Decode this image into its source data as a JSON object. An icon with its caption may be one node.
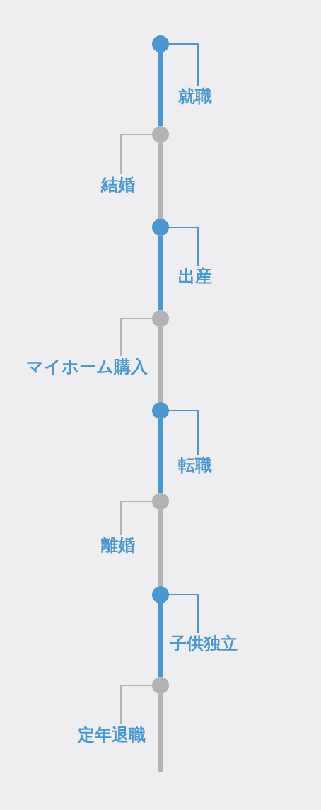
{
  "diagram": {
    "nodes": [
      {
        "text": [],
        "shape": "circle"
      },
      {
        "text": [
          "就職"
        ]
      },
      {
        "text": [],
        "shape": "circle"
      },
      {
        "text": [
          "結婚"
        ]
      },
      {
        "text": [],
        "shape": "circle"
      },
      {
        "text": [
          "出産"
        ]
      },
      {
        "text": [],
        "shape": "circle"
      },
      {
        "text": [
          "マイホーム購入"
        ]
      },
      {
        "text": [],
        "shape": "circle"
      },
      {
        "text": [
          "転職"
        ]
      },
      {
        "text": [],
        "shape": "circle"
      },
      {
        "text": [
          "離婚"
        ]
      },
      {
        "text": [],
        "shape": "circle"
      },
      {
        "text": [
          "子供独立"
        ]
      },
      {
        "text": [],
        "shape": "circle"
      },
      {
        "text": [
          "定年退職"
        ]
      }
    ],
    "edges": [
      {
        "from": 1,
        "to": 0,
        "arrow": "none"
      },
      {
        "from": 0,
        "to": 2,
        "arrow": "none",
        "style": "thick"
      },
      {
        "from": 3,
        "to": 2,
        "arrow": "none",
        "color": "#b3b3b5"
      },
      {
        "from": 2,
        "to": 4,
        "arrow": "none",
        "style": "thick",
        "color": "#b3b3b5"
      },
      {
        "from": 5,
        "to": 4,
        "arrow": "none"
      },
      {
        "from": 4,
        "to": 6,
        "arrow": "none",
        "style": "thick"
      },
      {
        "from": 7,
        "to": 6,
        "arrow": "none",
        "color": "#b3b3b5"
      },
      {
        "from": 6,
        "to": 8,
        "arrow": "none",
        "style": "thick",
        "color": "#b3b3b5"
      },
      {
        "from": 9,
        "to": 8,
        "arrow": "none"
      },
      {
        "from": 8,
        "to": 10,
        "arrow": "none",
        "style": "thick"
      },
      {
        "from": 11,
        "to": 10,
        "arrow": "none",
        "color": "#b3b3b5"
      },
      {
        "from": 10,
        "to": 12,
        "arrow": "none",
        "style": "thick",
        "color": "#b3b3b5"
      },
      {
        "from": 13,
        "to": 12,
        "arrow": "none"
      },
      {
        "from": 12,
        "to": 14,
        "arrow": "none",
        "style": "thick"
      },
      {
        "from": 15,
        "to": 14,
        "arrow": "none",
        "color": "#b3b3b5"
      },
      {
        "from": 14,
        "to": null,
        "arrow": "none",
        "style": "thick",
        "color": "#b3b3b5"
      }
    ]
  }
}
